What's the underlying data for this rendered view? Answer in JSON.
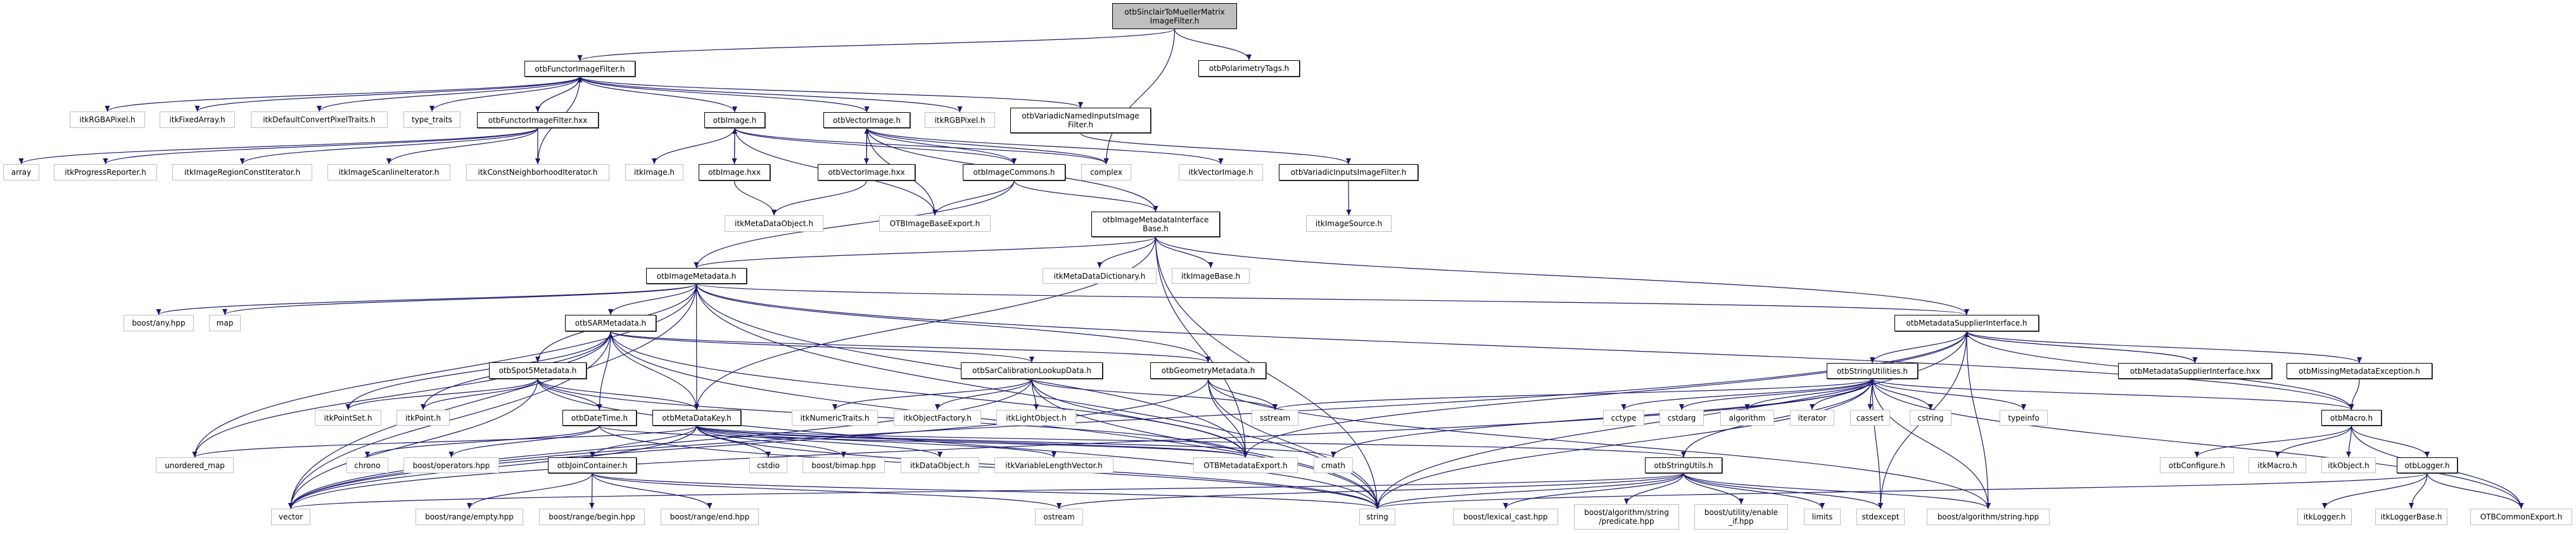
{
  "title": "otbSinclairToMuellerMatrixImageFilter.h include dependency graph",
  "colors": {
    "edge": "#191970",
    "root_fill": "#bfbfbf",
    "internal_border": "#000000",
    "external_border": "#bfbfbf"
  },
  "nodes": [
    {
      "id": "root",
      "label": "otbSinclairToMuellerMatrix\nImageFilter.h",
      "kind": "root"
    },
    {
      "id": "functor",
      "label": "otbFunctorImageFilter.h",
      "kind": "internal"
    },
    {
      "id": "polar",
      "label": "otbPolarimetryTags.h",
      "kind": "internal"
    },
    {
      "id": "rgba",
      "label": "itkRGBAPixel.h",
      "kind": "external"
    },
    {
      "id": "fixedarray",
      "label": "itkFixedArray.h",
      "kind": "external"
    },
    {
      "id": "defconv",
      "label": "itkDefaultConvertPixelTraits.h",
      "kind": "external"
    },
    {
      "id": "typetraits",
      "label": "type_traits",
      "kind": "external"
    },
    {
      "id": "functorhxx",
      "label": "otbFunctorImageFilter.hxx",
      "kind": "internal"
    },
    {
      "id": "otbimage",
      "label": "otbImage.h",
      "kind": "internal"
    },
    {
      "id": "otbvecimage",
      "label": "otbVectorImage.h",
      "kind": "internal"
    },
    {
      "id": "rgbpixel",
      "label": "itkRGBPixel.h",
      "kind": "external"
    },
    {
      "id": "varnamed",
      "label": "otbVariadicNamedInputsImage\nFilter.h",
      "kind": "internal"
    },
    {
      "id": "array",
      "label": "array",
      "kind": "external"
    },
    {
      "id": "progress",
      "label": "itkProgressReporter.h",
      "kind": "external"
    },
    {
      "id": "regionconst",
      "label": "itkImageRegionConstIterator.h",
      "kind": "external"
    },
    {
      "id": "scanline",
      "label": "itkImageScanlineIterator.h",
      "kind": "external"
    },
    {
      "id": "constneigh",
      "label": "itkConstNeighborhoodIterator.h",
      "kind": "external"
    },
    {
      "id": "itkimage",
      "label": "itkImage.h",
      "kind": "external"
    },
    {
      "id": "otbimagehxx",
      "label": "otbImage.hxx",
      "kind": "internal"
    },
    {
      "id": "otbvecimagehxx",
      "label": "otbVectorImage.hxx",
      "kind": "internal"
    },
    {
      "id": "imgcommons",
      "label": "otbImageCommons.h",
      "kind": "internal"
    },
    {
      "id": "complex",
      "label": "complex",
      "kind": "external"
    },
    {
      "id": "itkvecimage",
      "label": "itkVectorImage.h",
      "kind": "external"
    },
    {
      "id": "varinputs",
      "label": "otbVariadicInputsImageFilter.h",
      "kind": "internal"
    },
    {
      "id": "metadataobj",
      "label": "itkMetaDataObject.h",
      "kind": "external"
    },
    {
      "id": "imgbaseexport",
      "label": "OTBImageBaseExport.h",
      "kind": "external"
    },
    {
      "id": "imiBase",
      "label": "otbImageMetadataInterface\nBase.h",
      "kind": "internal"
    },
    {
      "id": "imgsource",
      "label": "itkImageSource.h",
      "kind": "external"
    },
    {
      "id": "imgmetadata",
      "label": "otbImageMetadata.h",
      "kind": "internal"
    },
    {
      "id": "metadict",
      "label": "itkMetaDataDictionary.h",
      "kind": "external"
    },
    {
      "id": "imagebase",
      "label": "itkImageBase.h",
      "kind": "external"
    },
    {
      "id": "boostany",
      "label": "boost/any.hpp",
      "kind": "external"
    },
    {
      "id": "map",
      "label": "map",
      "kind": "external"
    },
    {
      "id": "sarmeta",
      "label": "otbSARMetadata.h",
      "kind": "internal"
    },
    {
      "id": "mdsupplier",
      "label": "otbMetadataSupplierInterface.h",
      "kind": "internal"
    },
    {
      "id": "spot5",
      "label": "otbSpot5Metadata.h",
      "kind": "internal"
    },
    {
      "id": "sarcal",
      "label": "otbSarCalibrationLookupData.h",
      "kind": "internal"
    },
    {
      "id": "geommeta",
      "label": "otbGeometryMetadata.h",
      "kind": "internal"
    },
    {
      "id": "strutilities",
      "label": "otbStringUtilities.h",
      "kind": "internal"
    },
    {
      "id": "mdsupplierhxx",
      "label": "otbMetadataSupplierInterface.hxx",
      "kind": "internal"
    },
    {
      "id": "missingmeta",
      "label": "otbMissingMetadataException.h",
      "kind": "internal"
    },
    {
      "id": "pointset",
      "label": "itkPointSet.h",
      "kind": "external"
    },
    {
      "id": "point",
      "label": "itkPoint.h",
      "kind": "external"
    },
    {
      "id": "datetime",
      "label": "otbDateTime.h",
      "kind": "internal"
    },
    {
      "id": "mdkey",
      "label": "otbMetaDataKey.h",
      "kind": "internal"
    },
    {
      "id": "numtraits",
      "label": "itkNumericTraits.h",
      "kind": "external"
    },
    {
      "id": "objfactory",
      "label": "itkObjectFactory.h",
      "kind": "external"
    },
    {
      "id": "lightobj",
      "label": "itkLightObject.h",
      "kind": "external"
    },
    {
      "id": "sstream",
      "label": "sstream",
      "kind": "external"
    },
    {
      "id": "cctype",
      "label": "cctype",
      "kind": "external"
    },
    {
      "id": "cstdarg",
      "label": "cstdarg",
      "kind": "external"
    },
    {
      "id": "algorithm",
      "label": "algorithm",
      "kind": "external"
    },
    {
      "id": "iterator",
      "label": "iterator",
      "kind": "external"
    },
    {
      "id": "cassert",
      "label": "cassert",
      "kind": "external"
    },
    {
      "id": "cstring",
      "label": "cstring",
      "kind": "external"
    },
    {
      "id": "typeinfo",
      "label": "typeinfo",
      "kind": "external"
    },
    {
      "id": "otbmacro",
      "label": "otbMacro.h",
      "kind": "internal"
    },
    {
      "id": "unorderedmap",
      "label": "unordered_map",
      "kind": "external"
    },
    {
      "id": "chrono",
      "label": "chrono",
      "kind": "external"
    },
    {
      "id": "boostops",
      "label": "boost/operators.hpp",
      "kind": "external"
    },
    {
      "id": "joincont",
      "label": "otbJoinContainer.h",
      "kind": "internal"
    },
    {
      "id": "cstdio",
      "label": "cstdio",
      "kind": "external"
    },
    {
      "id": "bimap",
      "label": "boost/bimap.hpp",
      "kind": "external"
    },
    {
      "id": "dataobj",
      "label": "itkDataObject.h",
      "kind": "external"
    },
    {
      "id": "varlenvec",
      "label": "itkVariableLengthVector.h",
      "kind": "external"
    },
    {
      "id": "mdexport",
      "label": "OTBMetadataExport.h",
      "kind": "external"
    },
    {
      "id": "cmath",
      "label": "cmath",
      "kind": "external"
    },
    {
      "id": "strutils",
      "label": "otbStringUtils.h",
      "kind": "internal"
    },
    {
      "id": "otbconfigure",
      "label": "otbConfigure.h",
      "kind": "external"
    },
    {
      "id": "itkmacro",
      "label": "itkMacro.h",
      "kind": "external"
    },
    {
      "id": "itkobject",
      "label": "itkObject.h",
      "kind": "external"
    },
    {
      "id": "otblogger",
      "label": "otbLogger.h",
      "kind": "internal"
    },
    {
      "id": "vector",
      "label": "vector",
      "kind": "external"
    },
    {
      "id": "rangeempty",
      "label": "boost/range/empty.hpp",
      "kind": "external"
    },
    {
      "id": "rangebegin",
      "label": "boost/range/begin.hpp",
      "kind": "external"
    },
    {
      "id": "rangeend",
      "label": "boost/range/end.hpp",
      "kind": "external"
    },
    {
      "id": "ostream",
      "label": "ostream",
      "kind": "external"
    },
    {
      "id": "string",
      "label": "string",
      "kind": "external"
    },
    {
      "id": "lexcast",
      "label": "boost/lexical_cast.hpp",
      "kind": "external"
    },
    {
      "id": "predicate",
      "label": "boost/algorithm/string\n/predicate.hpp",
      "kind": "external"
    },
    {
      "id": "enableif",
      "label": "boost/utility/enable\n_if.hpp",
      "kind": "external"
    },
    {
      "id": "limits",
      "label": "limits",
      "kind": "external"
    },
    {
      "id": "stdexcept",
      "label": "stdexcept",
      "kind": "external"
    },
    {
      "id": "boostalgstr",
      "label": "boost/algorithm/string.hpp",
      "kind": "external"
    },
    {
      "id": "itklogger",
      "label": "itkLogger.h",
      "kind": "external"
    },
    {
      "id": "itkloggerbase",
      "label": "itkLoggerBase.h",
      "kind": "external"
    },
    {
      "id": "commonexport",
      "label": "OTBCommonExport.h",
      "kind": "external"
    }
  ],
  "edges": [
    [
      "root",
      "functor"
    ],
    [
      "root",
      "polar"
    ],
    [
      "root",
      "complex"
    ],
    [
      "functor",
      "rgba"
    ],
    [
      "functor",
      "fixedarray"
    ],
    [
      "functor",
      "defconv"
    ],
    [
      "functor",
      "typetraits"
    ],
    [
      "functor",
      "functorhxx"
    ],
    [
      "functor",
      "otbimage"
    ],
    [
      "functor",
      "otbvecimage"
    ],
    [
      "functor",
      "rgbpixel"
    ],
    [
      "functor",
      "varnamed"
    ],
    [
      "functor",
      "constneigh"
    ],
    [
      "functorhxx",
      "functor"
    ],
    [
      "functorhxx",
      "array"
    ],
    [
      "functorhxx",
      "progress"
    ],
    [
      "functorhxx",
      "regionconst"
    ],
    [
      "functorhxx",
      "scanline"
    ],
    [
      "functorhxx",
      "constneigh"
    ],
    [
      "otbimage",
      "itkimage"
    ],
    [
      "otbimage",
      "otbimagehxx"
    ],
    [
      "otbimage",
      "imgcommons"
    ],
    [
      "otbimage",
      "complex"
    ],
    [
      "otbimage",
      "imgbaseexport"
    ],
    [
      "otbimagehxx",
      "otbimage"
    ],
    [
      "otbimagehxx",
      "metadataobj"
    ],
    [
      "otbvecimage",
      "otbvecimagehxx"
    ],
    [
      "otbvecimage",
      "imgcommons"
    ],
    [
      "otbvecimage",
      "complex"
    ],
    [
      "otbvecimage",
      "itkvecimage"
    ],
    [
      "otbvecimage",
      "imgbaseexport"
    ],
    [
      "otbvecimage",
      "imiBase"
    ],
    [
      "otbvecimagehxx",
      "otbvecimage"
    ],
    [
      "otbvecimagehxx",
      "metadataobj"
    ],
    [
      "varnamed",
      "varinputs"
    ],
    [
      "varinputs",
      "imgsource"
    ],
    [
      "imgcommons",
      "imgbaseexport"
    ],
    [
      "imgcommons",
      "imiBase"
    ],
    [
      "imgcommons",
      "imgmetadata"
    ],
    [
      "imiBase",
      "imgmetadata"
    ],
    [
      "imiBase",
      "metadict"
    ],
    [
      "imiBase",
      "imagebase"
    ],
    [
      "imiBase",
      "mdsupplier"
    ],
    [
      "imiBase",
      "mdexport"
    ],
    [
      "imiBase",
      "string"
    ],
    [
      "imiBase",
      "mdkey"
    ],
    [
      "imgmetadata",
      "boostany"
    ],
    [
      "imgmetadata",
      "map"
    ],
    [
      "imgmetadata",
      "sarmeta"
    ],
    [
      "imgmetadata",
      "spot5"
    ],
    [
      "imgmetadata",
      "mdkey"
    ],
    [
      "imgmetadata",
      "geommeta"
    ],
    [
      "imgmetadata",
      "mdsupplier"
    ],
    [
      "imgmetadata",
      "vector"
    ],
    [
      "imgmetadata",
      "unorderedmap"
    ],
    [
      "imgmetadata",
      "string"
    ],
    [
      "imgmetadata",
      "mdexport"
    ],
    [
      "imgmetadata",
      "otbmacro"
    ],
    [
      "sarmeta",
      "pointset"
    ],
    [
      "sarmeta",
      "point"
    ],
    [
      "sarmeta",
      "datetime"
    ],
    [
      "sarmeta",
      "mdkey"
    ],
    [
      "sarmeta",
      "sarcal"
    ],
    [
      "sarmeta",
      "geommeta"
    ],
    [
      "sarmeta",
      "vector"
    ],
    [
      "sarmeta",
      "unorderedmap"
    ],
    [
      "sarmeta",
      "string"
    ],
    [
      "sarmeta",
      "mdexport"
    ],
    [
      "spot5",
      "pointset"
    ],
    [
      "spot5",
      "point"
    ],
    [
      "spot5",
      "datetime"
    ],
    [
      "spot5",
      "mdkey"
    ],
    [
      "spot5",
      "vector"
    ],
    [
      "spot5",
      "string"
    ],
    [
      "spot5",
      "mdexport"
    ],
    [
      "sarcal",
      "numtraits"
    ],
    [
      "sarcal",
      "objfactory"
    ],
    [
      "sarcal",
      "lightobj"
    ],
    [
      "sarcal",
      "sstream"
    ],
    [
      "sarcal",
      "mdexport"
    ],
    [
      "sarcal",
      "string"
    ],
    [
      "sarcal",
      "vector"
    ],
    [
      "geommeta",
      "sstream"
    ],
    [
      "geommeta",
      "mdexport"
    ],
    [
      "geommeta",
      "string"
    ],
    [
      "geommeta",
      "vector"
    ],
    [
      "geommeta",
      "boostalgstr"
    ],
    [
      "datetime",
      "chrono"
    ],
    [
      "datetime",
      "boostops"
    ],
    [
      "datetime",
      "mdexport"
    ],
    [
      "datetime",
      "string"
    ],
    [
      "mdkey",
      "joincont"
    ],
    [
      "mdkey",
      "cstdio"
    ],
    [
      "mdkey",
      "bimap"
    ],
    [
      "mdkey",
      "dataobj"
    ],
    [
      "mdkey",
      "varlenvec"
    ],
    [
      "mdkey",
      "mdexport"
    ],
    [
      "mdkey",
      "cmath"
    ],
    [
      "mdkey",
      "strutils"
    ],
    [
      "mdkey",
      "vector"
    ],
    [
      "mdkey",
      "string"
    ],
    [
      "mdkey",
      "unorderedmap"
    ],
    [
      "joincont",
      "rangeempty"
    ],
    [
      "joincont",
      "rangebegin"
    ],
    [
      "joincont",
      "rangeend"
    ],
    [
      "joincont",
      "ostream"
    ],
    [
      "joincont",
      "string"
    ],
    [
      "mdsupplier",
      "strutilities"
    ],
    [
      "mdsupplier",
      "mdsupplierhxx"
    ],
    [
      "mdsupplier",
      "missingmeta"
    ],
    [
      "mdsupplier",
      "mdexport"
    ],
    [
      "mdsupplier",
      "string"
    ],
    [
      "mdsupplier",
      "vector"
    ],
    [
      "mdsupplier",
      "boostalgstr"
    ],
    [
      "mdsupplier",
      "otbmacro"
    ],
    [
      "mdsupplier",
      "stdexcept"
    ],
    [
      "mdsupplierhxx",
      "mdsupplier"
    ],
    [
      "strutilities",
      "cctype"
    ],
    [
      "strutilities",
      "cstdarg"
    ],
    [
      "strutilities",
      "algorithm"
    ],
    [
      "strutilities",
      "iterator"
    ],
    [
      "strutilities",
      "cassert"
    ],
    [
      "strutilities",
      "cstring"
    ],
    [
      "strutilities",
      "typeinfo"
    ],
    [
      "strutilities",
      "otbmacro"
    ],
    [
      "strutilities",
      "strutils"
    ],
    [
      "strutilities",
      "sstream"
    ],
    [
      "strutilities",
      "string"
    ],
    [
      "strutilities",
      "cmath"
    ],
    [
      "strutilities",
      "stdexcept"
    ],
    [
      "strutilities",
      "commonexport"
    ],
    [
      "strutilities",
      "boostalgstr"
    ],
    [
      "strutilities",
      "vector"
    ],
    [
      "missingmeta",
      "otbmacro"
    ],
    [
      "otbmacro",
      "otbconfigure"
    ],
    [
      "otbmacro",
      "itkmacro"
    ],
    [
      "otbmacro",
      "itkobject"
    ],
    [
      "otbmacro",
      "otblogger"
    ],
    [
      "otbmacro",
      "commonexport"
    ],
    [
      "otblogger",
      "itklogger"
    ],
    [
      "otblogger",
      "itkloggerbase"
    ],
    [
      "otblogger",
      "commonexport"
    ],
    [
      "otblogger",
      "string"
    ],
    [
      "strutils",
      "lexcast"
    ],
    [
      "strutils",
      "predicate"
    ],
    [
      "strutils",
      "enableif"
    ],
    [
      "strutils",
      "limits"
    ],
    [
      "strutils",
      "stdexcept"
    ],
    [
      "strutils",
      "boostalgstr"
    ],
    [
      "strutils",
      "string"
    ],
    [
      "strutils",
      "vector"
    ],
    [
      "strutils",
      "ostream"
    ]
  ]
}
